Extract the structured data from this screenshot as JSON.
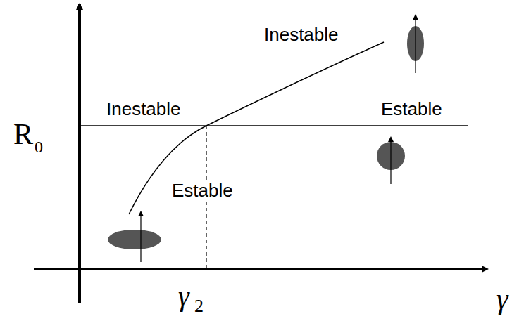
{
  "diagram": {
    "labels": [
      "Inestable",
      "Inestable",
      "Estable",
      "R",
      "0",
      "Estable",
      "γ",
      "2",
      "γ"
    ]
  }
}
